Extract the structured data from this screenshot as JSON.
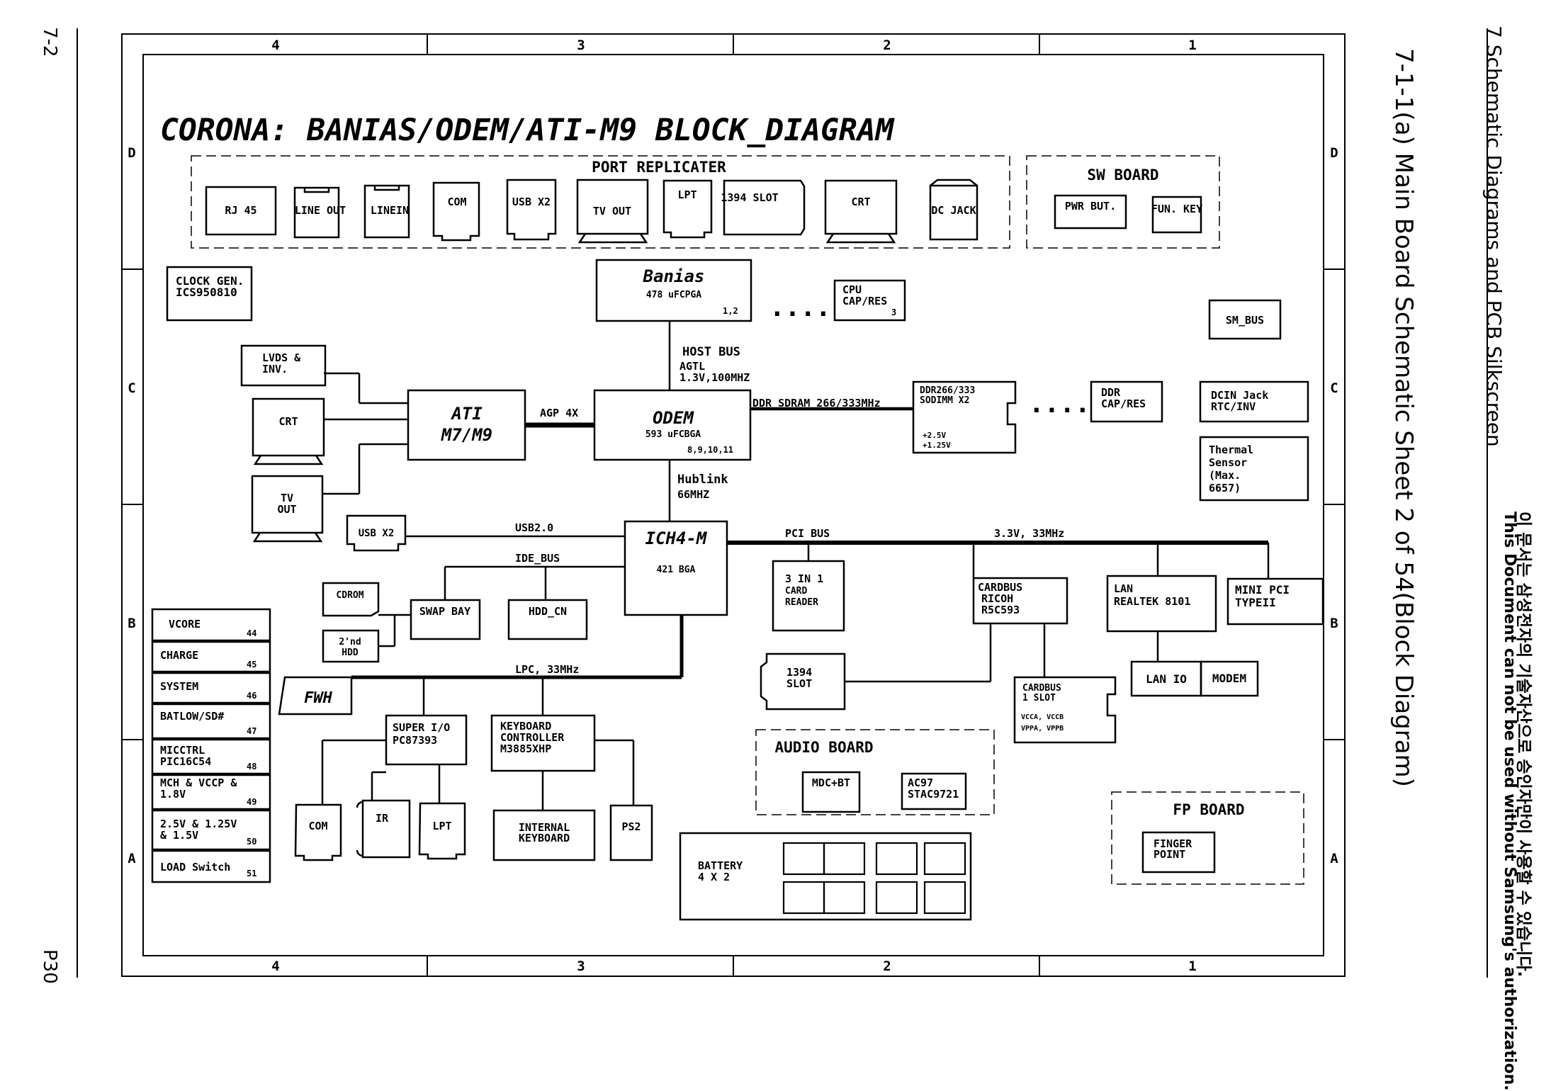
{
  "page": {
    "page_number_top": "7-2",
    "page_number_bottom": "P30",
    "sheet_subtitle": "7-1-1(a) Main Board Schematic Sheet 2 of 54(Block Diagram)",
    "chapter_title": "7 Schematic Diagrams and PCB Silkscreen",
    "warning_korean": "이 문서는 삼성전자의 기술자산으로 승인자만이 사용할 수 있습니다.",
    "warning_english": "This Document can not be used without Samsung's authorization."
  },
  "frame": {
    "col_labels": [
      "4",
      "3",
      "2",
      "1"
    ],
    "row_labels": [
      "D",
      "C",
      "B",
      "A"
    ]
  },
  "diagram": {
    "title": "CORONA: BANIAS/ODEM/ATI-M9 BLOCK_DIAGRAM",
    "port_replicater": {
      "title": "PORT REPLICATER",
      "ports": [
        "RJ 45",
        "LINE OUT",
        "LINEIN",
        "COM",
        "USB X2",
        "TV OUT",
        "LPT",
        "1394 SLOT",
        "CRT",
        "DC JACK"
      ]
    },
    "sw_board": {
      "title": "SW BOARD",
      "pwr": "PWR BUT.",
      "fun": "FUN. KEY"
    },
    "clock": {
      "line1": "CLOCK GEN.",
      "line2": "ICS950810"
    },
    "banias": {
      "name": "Banias",
      "pkg": "478 uFCPGA",
      "sheets": "1,2"
    },
    "cpu_cap": {
      "line1": "CPU",
      "line2": "CAP/RES",
      "sheet": "3"
    },
    "dots": "....",
    "sm_bus": "SM_BUS",
    "host_bus": {
      "label": "HOST BUS",
      "sub1": "AGTL",
      "sub2": "1.3V,100MHZ"
    },
    "lvds": {
      "line1": "LVDS &",
      "line2": "INV."
    },
    "crt": "CRT",
    "tv_out": {
      "line1": "TV",
      "line2": "OUT"
    },
    "ati": {
      "line1": "ATI",
      "line2": "M7/M9"
    },
    "agp": "AGP 4X",
    "odem": {
      "name": "ODEM",
      "pkg": "593 uFCBGA",
      "sheets": "8,9,10,11"
    },
    "ddr_bus": "DDR SDRAM 266/333MHz",
    "sodimm": {
      "line1": "DDR266/333",
      "line2": "SODIMM X2",
      "v1": "+2.5V",
      "v2": "+1.25V"
    },
    "ddr_cap": {
      "line1": "DDR",
      "line2": "CAP/RES"
    },
    "dcin": {
      "line1": "DCIN Jack",
      "line2": "RTC/INV"
    },
    "thermal": {
      "line1": "Thermal",
      "line2": "Sensor",
      "line3": "(Max.",
      "line4": "6657)"
    },
    "hublink": {
      "label": "Hublink",
      "speed": "66MHZ"
    },
    "usb": {
      "box": "USB X2",
      "bus": "USB2.0"
    },
    "ide_bus": "IDE_BUS",
    "ich4": {
      "name": "ICH4-M",
      "pkg": "421 BGA"
    },
    "pci_bus": {
      "label": "PCI BUS",
      "spec": "3.3V, 33MHz"
    },
    "cdrom": "CDROM",
    "hdd2": {
      "line1": "2'nd",
      "line2": "HDD"
    },
    "swap_bay": "SWAP BAY",
    "hdd_cn": "HDD_CN",
    "card_reader": {
      "line1": "3 IN 1",
      "line2": "CARD",
      "line3": "READER"
    },
    "cardbus": {
      "line1": "CARDBUS",
      "line2": "RICOH",
      "line3": "R5C593"
    },
    "lan": {
      "line1": "LAN",
      "line2": "REALTEK 8101"
    },
    "mini_pci": {
      "line1": "MINI PCI",
      "line2": "TYPEII"
    },
    "slot1394": {
      "line1": "1394",
      "line2": "SLOT"
    },
    "lan_io": "LAN IO",
    "modem": "MODEM",
    "cardbus_slot": {
      "line1": "CARDBUS",
      "line2": "1 SLOT",
      "line3": "VCCA, VCCB",
      "line4": "VPPA, VPPB"
    },
    "lpc": "LPC, 33MHz",
    "fwh": "FWH",
    "super_io": {
      "line1": "SUPER I/O",
      "line2": "PC87393"
    },
    "kbc": {
      "line1": "KEYBOARD",
      "line2": "CONTROLLER",
      "line3": "M3885XHP"
    },
    "com": "COM",
    "ir": "IR",
    "lpt": "LPT",
    "internal_kb": {
      "line1": "INTERNAL",
      "line2": "KEYBOARD"
    },
    "ps2": "PS2",
    "audio_board": {
      "title": "AUDIO BOARD",
      "mdc": "MDC+BT",
      "ac97_1": "AC97",
      "ac97_2": "STAC9721"
    },
    "battery": {
      "line1": "BATTERY",
      "line2": "4 X 2"
    },
    "fp_board": {
      "title": "FP BOARD",
      "line1": "FINGER",
      "line2": "POINT"
    },
    "power_list": [
      {
        "l1": "VCORE",
        "l2": "",
        "n": "44"
      },
      {
        "l1": "CHARGE",
        "l2": "",
        "n": "45"
      },
      {
        "l1": "SYSTEM",
        "l2": "",
        "n": "46"
      },
      {
        "l1": "BATLOW/SD#",
        "l2": "",
        "n": "47"
      },
      {
        "l1": "MICCTRL",
        "l2": "PIC16C54",
        "n": "48"
      },
      {
        "l1": "MCH & VCCP &",
        "l2": "1.8V",
        "n": "49"
      },
      {
        "l1": "2.5V & 1.25V",
        "l2": "& 1.5V",
        "n": "50"
      },
      {
        "l1": "LOAD Switch",
        "l2": "",
        "n": "51"
      }
    ]
  }
}
